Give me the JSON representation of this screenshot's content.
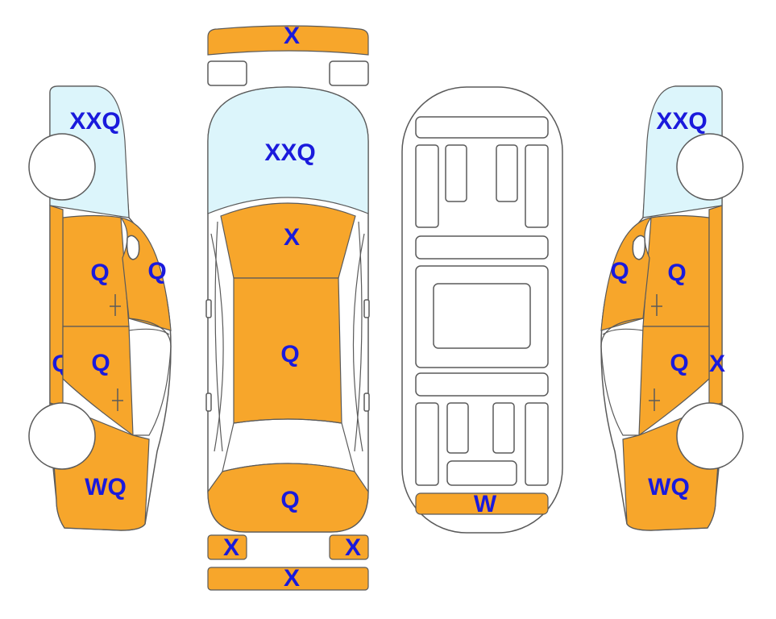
{
  "colors": {
    "damage_fill": "#f7a62b",
    "glass_fill": "#dcf5fb",
    "label_color": "#1a1adc",
    "outline": "#5a5a5a"
  },
  "labels": {
    "front_bumper": "X",
    "windshield": "XXQ",
    "hood_front": "X",
    "roof": "Q",
    "trunk": "Q",
    "rear_light_left": "X",
    "rear_light_right": "X",
    "rear_bumper": "X",
    "underbody_rear": "W",
    "left_windshield": "XXQ",
    "left_front_door": "Q",
    "left_a_pillar": "Q",
    "left_rear_door": "Q",
    "left_rocker": "Q",
    "left_rear_quarter": "WQ",
    "right_windshield": "XXQ",
    "right_a_pillar": "Q",
    "right_front_door": "Q",
    "right_rear_door": "Q",
    "right_rocker": "X",
    "right_rear_quarter": "WQ"
  }
}
